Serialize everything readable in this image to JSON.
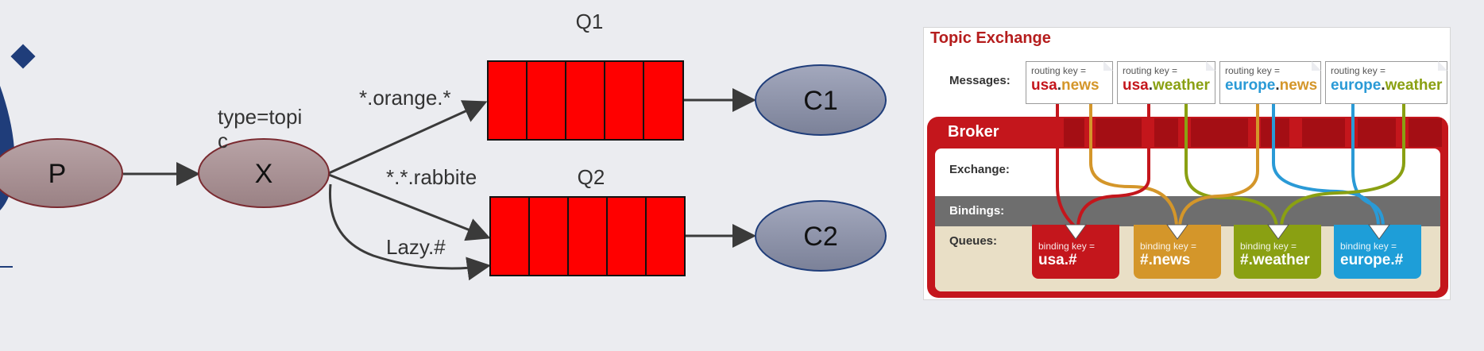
{
  "left_diagram": {
    "producer": "P",
    "exchange": "X",
    "exchange_type_line1": "type=topi",
    "exchange_type_line2": "c",
    "queue1": "Q1",
    "queue2": "Q2",
    "consumer1": "C1",
    "consumer2": "C2",
    "bindings": [
      "*.orange.*",
      "*.*.rabbite",
      "Lazy.#"
    ],
    "colors": {
      "node_fill": "#a68f92",
      "consumer_fill": "#8c91a8",
      "queue_fill": "#ff0000",
      "accent": "#1f3d7a"
    }
  },
  "topic_exchange": {
    "title": "Topic Exchange",
    "messages_label": "Messages:",
    "broker_label": "Broker",
    "exchange_label": "Exchange:",
    "bindings_label": "Bindings:",
    "queues_label": "Queues:",
    "routing_caption": "routing key =",
    "binding_caption": "binding key =",
    "messages": [
      {
        "part1": "usa",
        "sep": ".",
        "part2": "news",
        "color1": "#c4161c",
        "color2": "#d4962a"
      },
      {
        "part1": "usa",
        "sep": ".",
        "part2": "weather",
        "color1": "#c4161c",
        "color2": "#8aa012"
      },
      {
        "part1": "europe",
        "sep": ".",
        "part2": "news",
        "color1": "#2a9ad6",
        "color2": "#d4962a"
      },
      {
        "part1": "europe",
        "sep": ".",
        "part2": "weather",
        "color1": "#2a9ad6",
        "color2": "#8aa012"
      }
    ],
    "queues": [
      {
        "key": "usa.#",
        "color": "#c4161c"
      },
      {
        "key": "#.news",
        "color": "#d4962a"
      },
      {
        "key": "#.weather",
        "color": "#8aa012"
      },
      {
        "key": "europe.#",
        "color": "#1e9ed8"
      }
    ]
  }
}
